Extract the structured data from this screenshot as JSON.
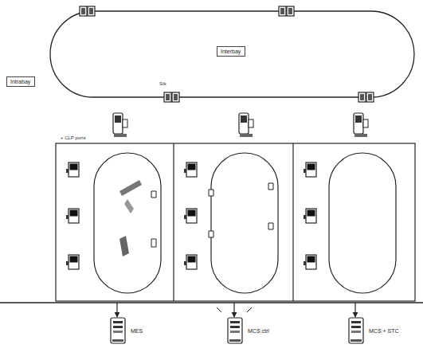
{
  "diagram": {
    "nodes": [
      {
        "text": [
          "Interbay"
        ]
      },
      {
        "text": [
          "Intrabay"
        ]
      },
      {
        "text": [
          "MES"
        ]
      },
      {
        "text": [
          "MCS ctrl"
        ]
      },
      {
        "text": [
          "MCS + STC"
        ]
      }
    ],
    "labels": [
      "Stk",
      "+ CLP ports"
    ]
  }
}
